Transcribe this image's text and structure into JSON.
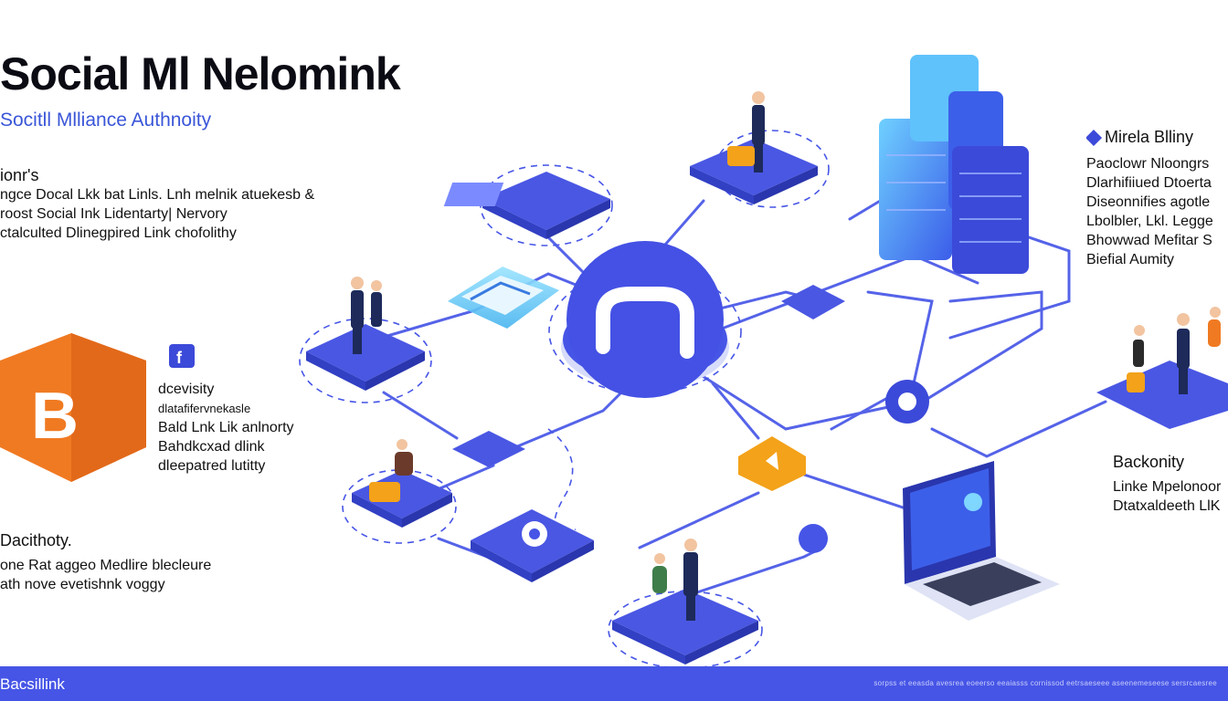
{
  "title": "Social Ml Nelomink",
  "subtitle": "Socitll Mlliance Authnoity",
  "left_panel": {
    "heading": "ionr's",
    "lines": [
      "ngce  Docal Lkk bat Linls.  Lnh melnik atuekesb &",
      "roost Social Ink Lidentarty| Nervory",
      "ctalculted Dlinegpired Link chofolithy"
    ]
  },
  "middle_left_panel": {
    "lines": [
      "dcevisity",
      "dlatafifervnekasle",
      "Bald Lnk Lik anlnorty",
      "Bahdkcxad dlink",
      "dleepatred lutitty"
    ]
  },
  "bottom_left_panel": {
    "heading": "Dacithoty.",
    "lines": [
      "one Rat aggeo Medlire blecleure",
      "ath nove evetishnk voggy"
    ]
  },
  "right_top_panel": {
    "heading": "Mirela Blliny",
    "lines": [
      "Paoclowr Nloongrs",
      "Dlarhifiiued Dtoerta",
      "Diseonnifies agotle",
      "Lbolbler, Lkl. Legge",
      "Bhowwad Mefitar S",
      "Biefial Aumity"
    ]
  },
  "right_bottom_panel": {
    "heading": "Backonity",
    "lines": [
      "Linke Mpelonoor",
      "Dtatxaldeeth LlK"
    ]
  },
  "footer": {
    "brand": "Bacsillink",
    "fine_print": "sorpss et eeasda avesrea eoeerso eeaiasss cornissod eetrsaeseee aseenemeseese sersrcaesree"
  },
  "colors": {
    "primary": "#4655e6",
    "node_dark": "#3c4ad9",
    "accent_orange": "#f07a22",
    "accent_yellow": "#f3a21a",
    "accent_cyan": "#5ec7f2",
    "link_line": "#5563e8"
  },
  "icons": {
    "hub": "link-hub-icon",
    "logo_b": "b-logo-icon",
    "facebook": "facebook-icon",
    "server_stack": "server-stack-icon",
    "laptop": "laptop-icon",
    "diamond": "diamond-logo-icon",
    "drop": "drop-icon"
  }
}
